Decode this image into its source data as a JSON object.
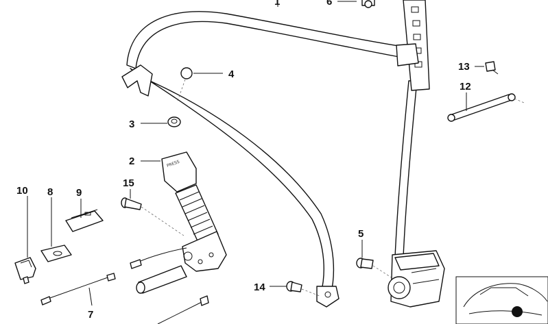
{
  "diagram": {
    "callouts": [
      {
        "id": "c1",
        "label": "1"
      },
      {
        "id": "c2",
        "label": "2"
      },
      {
        "id": "c3",
        "label": "3"
      },
      {
        "id": "c4",
        "label": "4"
      },
      {
        "id": "c5",
        "label": "5"
      },
      {
        "id": "c6",
        "label": "6"
      },
      {
        "id": "c7",
        "label": "7"
      },
      {
        "id": "c8",
        "label": "8"
      },
      {
        "id": "c9",
        "label": "9"
      },
      {
        "id": "c10",
        "label": "10"
      },
      {
        "id": "c12",
        "label": "12"
      },
      {
        "id": "c13",
        "label": "13"
      },
      {
        "id": "c14",
        "label": "14"
      },
      {
        "id": "c15",
        "label": "15"
      }
    ],
    "buckle_text": "PRESS"
  }
}
